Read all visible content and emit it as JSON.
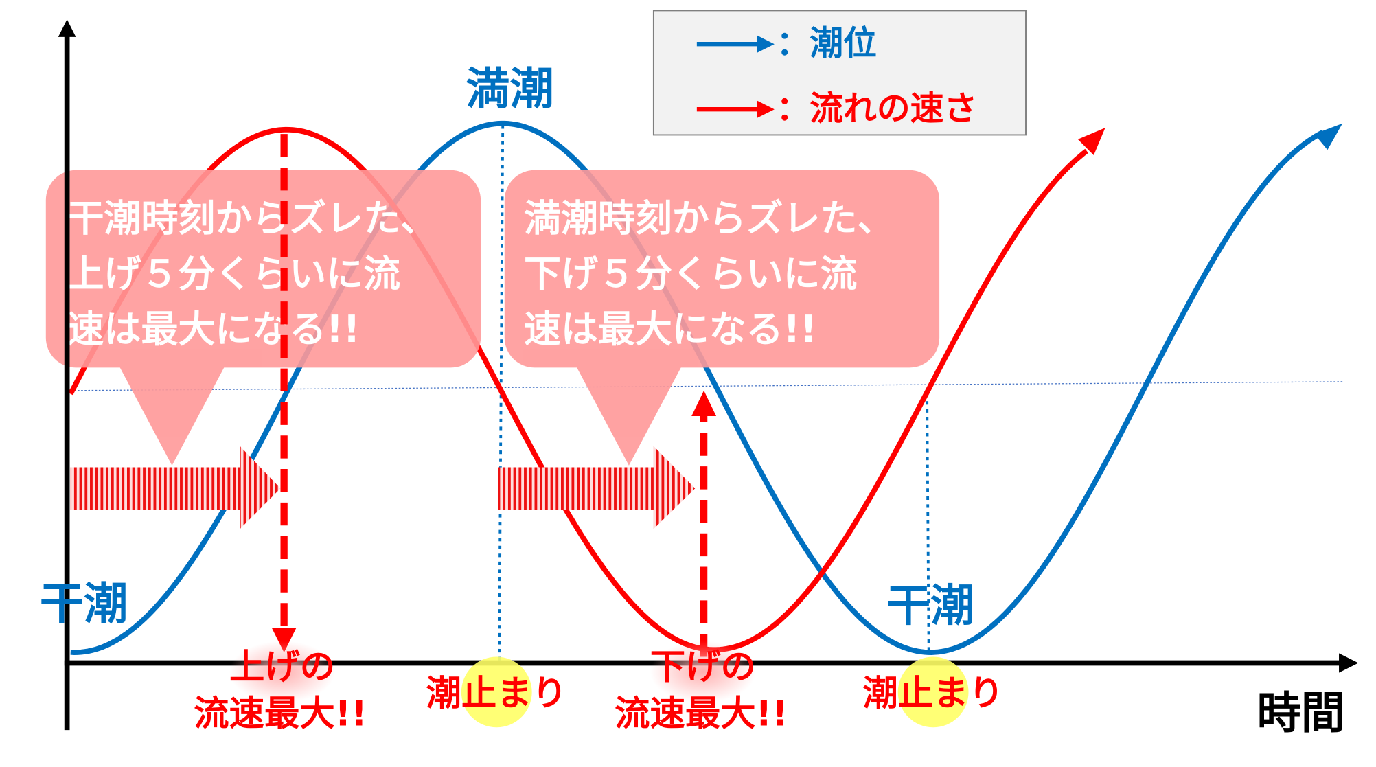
{
  "colors": {
    "tide": "#0070c0",
    "current": "#ff0000",
    "callout": "#ff9999",
    "highlight": "#ffff66"
  },
  "legend": {
    "tide_label": "：潮位",
    "current_label": "：流れの速さ"
  },
  "labels": {
    "high_tide": "満潮",
    "low_tide_1": "干潮",
    "low_tide_2": "干潮",
    "time_axis": "時間",
    "slack_1": "潮止まり",
    "slack_2": "潮止まり",
    "flood_max_line1": "上げの",
    "flood_max_line2": "流速最大!!",
    "ebb_max_line1": "下げの",
    "ebb_max_line2": "流速最大!!"
  },
  "callouts": [
    {
      "lines": [
        "干潮時刻からズレた、",
        "上げ５分くらいに流",
        "速は最大になる!!"
      ]
    },
    {
      "lines": [
        "満潮時刻からズレた、",
        "下げ５分くらいに流",
        "速は最大になる!!"
      ]
    }
  ]
}
